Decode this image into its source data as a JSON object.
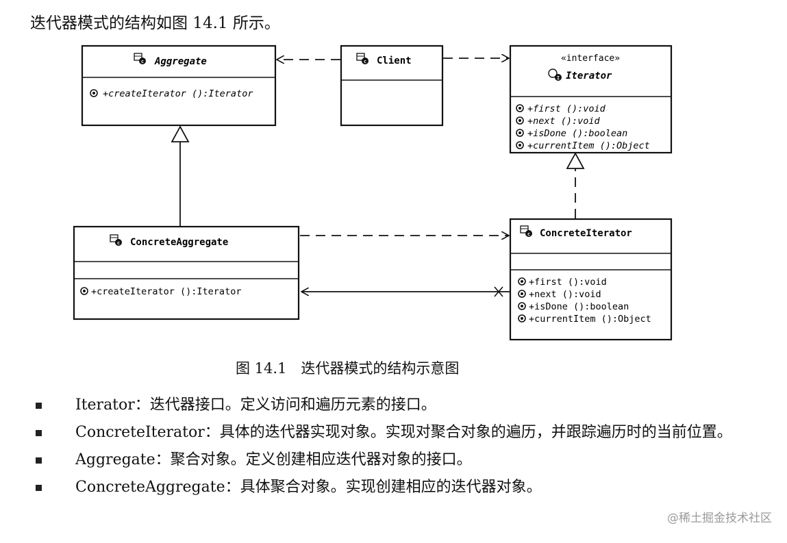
{
  "intro": "迭代器模式的结构如图 14.1 所示。",
  "diagram": {
    "classes": {
      "aggregate": {
        "name": "Aggregate",
        "ops": [
          "+createIterator ():Iterator"
        ]
      },
      "client": {
        "name": "Client"
      },
      "iterator": {
        "stereotype": "«interface»",
        "name": "Iterator",
        "ops": [
          "+first ():void",
          "+next ():void",
          "+isDone ():boolean",
          "+currentItem ():Object"
        ]
      },
      "concrete_aggregate": {
        "name": "ConcreteAggregate",
        "ops": [
          "+createIterator ():Iterator"
        ]
      },
      "concrete_iterator": {
        "name": "ConcreteIterator",
        "ops": [
          "+first ():void",
          "+next ():void",
          "+isDone ():boolean",
          "+currentItem ():Object"
        ]
      }
    }
  },
  "caption": "图 14.1　迭代器模式的结构示意图",
  "bullets": [
    "Iterator：迭代器接口。定义访问和遍历元素的接口。",
    "ConcreteIterator：具体的迭代器实现对象。实现对聚合对象的遍历，并跟踪遍历时的当前位置。",
    "Aggregate：聚合对象。定义创建相应迭代器对象的接口。",
    "ConcreteAggregate：具体聚合对象。实现创建相应的迭代器对象。"
  ],
  "watermark": "@稀土掘金技术社区"
}
